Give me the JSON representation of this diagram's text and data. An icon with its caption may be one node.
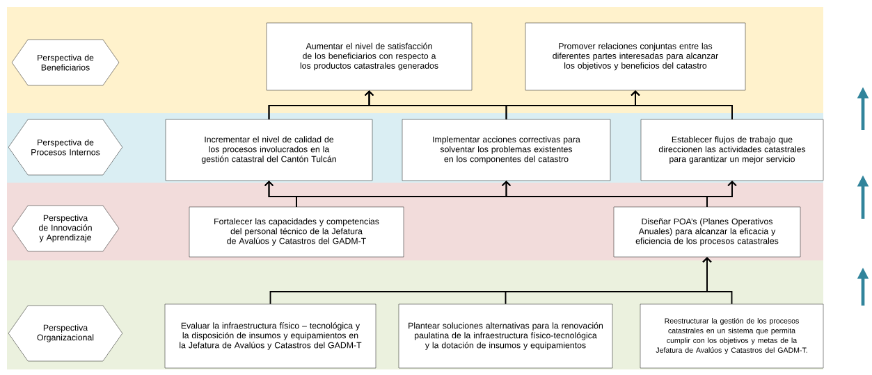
{
  "diagram": {
    "nodes": [
      {
        "text": [
          "Perspectiva de Beneficiarios"
        ]
      },
      {
        "text": [
          "Aumentar el nivel de satisfacción de los beneficiarios con respecto a los productos catastrales generados"
        ]
      },
      {
        "text": [
          "Promover relaciones conjuntas entre las diferentes partes interesadas para alcanzar los objetivos y beneficios del catastro"
        ]
      },
      {
        "text": [
          "Perspectiva de Procesos Internos"
        ]
      },
      {
        "text": [
          "Incrementar el nivel de calidad de los procesos involucrados en la gestión catastral del Cantón Tulcán"
        ]
      },
      {
        "text": [
          "Implementar acciones correctivas para solventar los problemas existentes en los componentes del catastro"
        ]
      },
      {
        "text": [
          "Establecer flujos de trabajo que direccionen las actividades catastrales para garantizar un mejor servicio"
        ]
      },
      {
        "text": [
          "Perspectiva de Innovación y Aprendizaje"
        ]
      },
      {
        "text": [
          "Fortalecer las capacidades y competencias del personal técnico de la Jefatura de Avalúos y Catastros del GADM-T"
        ]
      },
      {
        "text": [
          "Diseñar POA’s (Planes Operativos Anuales) para alcanzar la eficacia y eficiencia de los procesos catastrales"
        ]
      },
      {
        "text": [
          "Perspectiva Organizacional"
        ]
      },
      {
        "text": [
          "Evaluar la infraestructura físico – tecnológica y la disposición de insumos y equipamientos en la Jefatura de Avalúos y Catastros del GADM-T"
        ]
      },
      {
        "text": [
          "Plantear soluciones alternativas para la renovación paulatina de la infraestructura físico-tecnológica y la dotación de insumos y equipamientos"
        ]
      },
      {
        "text": [
          "Reestructurar la gestión de los procesos catastrales en un sistema que permita cumplir con los objetivos y metas de la Jefatura de Avalúos y Catastros del GADM-T."
        ]
      }
    ],
    "edges": [
      {
        "from": 4,
        "to": 1,
        "arrow": "to"
      },
      {
        "from": 4,
        "to": 2,
        "arrow": "to"
      },
      {
        "from": 5,
        "to": 1,
        "arrow": "to"
      },
      {
        "from": 5,
        "to": 2,
        "arrow": "to"
      },
      {
        "from": 6,
        "to": 1,
        "arrow": "to"
      },
      {
        "from": 6,
        "to": 2,
        "arrow": "to"
      },
      {
        "from": 8,
        "to": 4,
        "arrow": "to"
      },
      {
        "from": 8,
        "to": 5,
        "arrow": "to"
      },
      {
        "from": 8,
        "to": 6,
        "arrow": "to"
      },
      {
        "from": 9,
        "to": 4,
        "arrow": "to"
      },
      {
        "from": 9,
        "to": 5,
        "arrow": "to"
      },
      {
        "from": 9,
        "to": 6,
        "arrow": "to"
      },
      {
        "from": 11,
        "to": 9,
        "arrow": "to"
      },
      {
        "from": 12,
        "to": 9,
        "arrow": "to"
      },
      {
        "from": 13,
        "to": 9,
        "arrow": "to"
      }
    ]
  }
}
